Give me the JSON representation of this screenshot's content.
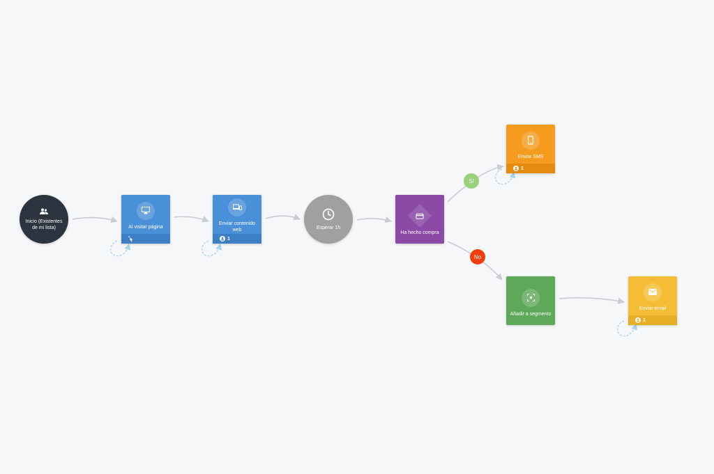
{
  "nodes": {
    "start": {
      "label": "Inicio (Existentes de mi lista)",
      "icon": "users-icon",
      "color": "#2c3440"
    },
    "visit_page": {
      "label": "Al visitar página",
      "icon": "monitor-icon",
      "footer_icon": "cursor-click-icon",
      "color": "#4a90d9",
      "footer_color": "#3d7fc4"
    },
    "web_content": {
      "label": "Enviar contenido web",
      "icon": "devices-icon",
      "count": "1",
      "color": "#4a90d9",
      "footer_color": "#3d7fc4"
    },
    "wait": {
      "label": "Esperar 1h",
      "icon": "clock-icon",
      "color": "#a0a0a0"
    },
    "purchase_check": {
      "label": "Ha hecho compra",
      "icon": "credit-card-icon",
      "color": "#8a4aa6"
    },
    "send_sms": {
      "label": "Enviar SMS",
      "icon": "smartphone-icon",
      "count": "1",
      "color": "#f59b1e",
      "footer_color": "#e58c10"
    },
    "add_segment": {
      "label": "Añadir a segmento",
      "icon": "segment-focus-icon",
      "color": "#5ea85a"
    },
    "send_email": {
      "label": "Enviar email",
      "icon": "envelope-icon",
      "count": "1",
      "color": "#f4bd35",
      "footer_color": "#e6ae24"
    }
  },
  "branches": {
    "yes": {
      "label": "Sí",
      "color": "#9bcf7a"
    },
    "no": {
      "label": "No",
      "color": "#f03e0e"
    }
  },
  "colors": {
    "link": "#c9ccd1",
    "loop": "#a8d4ec"
  }
}
